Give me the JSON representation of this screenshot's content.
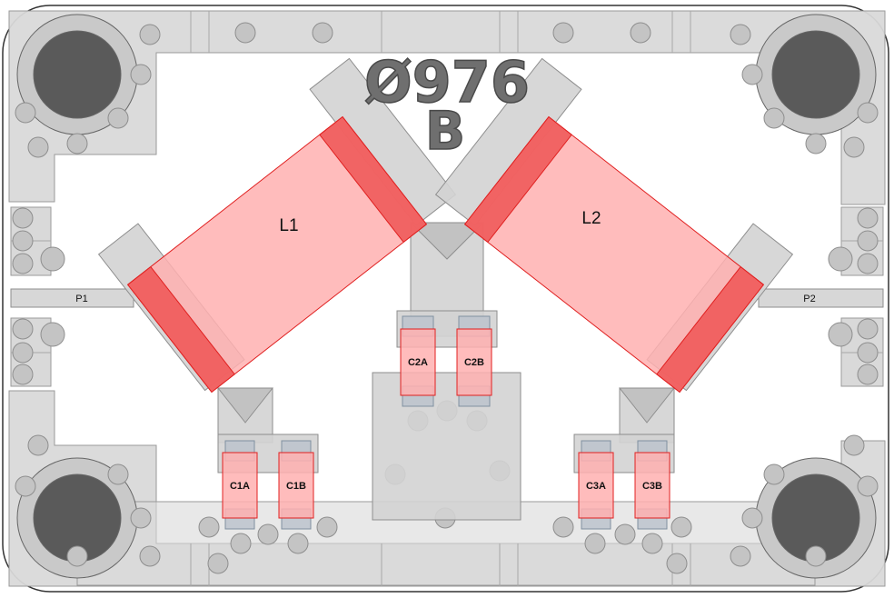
{
  "board": {
    "part_number": "Ø976",
    "revision": "B"
  },
  "inductors": [
    {
      "id": "l1",
      "label": "L1"
    },
    {
      "id": "l2",
      "label": "L2"
    }
  ],
  "capacitors": [
    {
      "id": "c1a",
      "label": "C1A"
    },
    {
      "id": "c1b",
      "label": "C1B"
    },
    {
      "id": "c2a",
      "label": "C2A"
    },
    {
      "id": "c2b",
      "label": "C2B"
    },
    {
      "id": "c3a",
      "label": "C3A"
    },
    {
      "id": "c3b",
      "label": "C3B"
    }
  ],
  "ports": [
    {
      "id": "p1",
      "label": "P1"
    },
    {
      "id": "p2",
      "label": "P2"
    }
  ],
  "colors": {
    "copper": "#d9d9d9",
    "copper_stroke": "#9a9a9a",
    "via": "#c4c4c4",
    "mount_hole": "#5a5a5a",
    "component_body": "#ffb0b0",
    "component_terminal": "#f05a5a",
    "component_outline": "#e02020"
  }
}
